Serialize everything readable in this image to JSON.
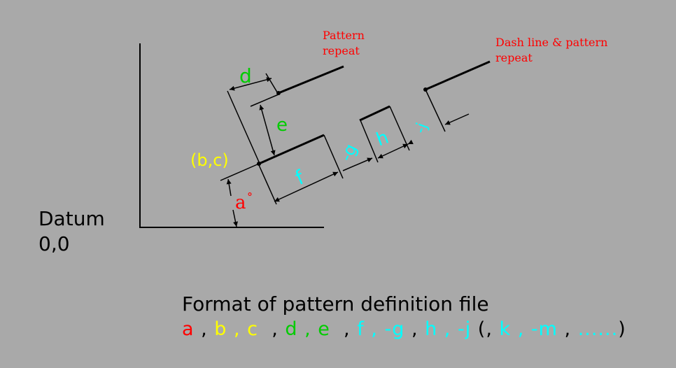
{
  "colors": {
    "background": "#a9a9a9",
    "red": "#ff0000",
    "yellow": "#ffff00",
    "green": "#00cc00",
    "cyan": "#00ffff",
    "black": "#000000"
  },
  "labels": {
    "pattern_repeat_line1": "Pattern",
    "pattern_repeat_line2": "repeat",
    "dash_repeat_line1": "Dash line & pattern",
    "dash_repeat_line2": "repeat",
    "d": "d",
    "e": "e",
    "bc": "(b,c)",
    "f": "f",
    "g": "-g",
    "h": "h",
    "j": "-j",
    "a": "a",
    "degree": "°",
    "datum": "Datum",
    "origin": "0,0"
  },
  "caption": {
    "title": "Format of pattern definition file",
    "format": [
      {
        "text": "a",
        "color": "red"
      },
      {
        "text": " , ",
        "color": "black"
      },
      {
        "text": "b , c",
        "color": "yellow"
      },
      {
        "text": "  , ",
        "color": "black"
      },
      {
        "text": "d , e",
        "color": "green"
      },
      {
        "text": "  , ",
        "color": "black"
      },
      {
        "text": "f , -g",
        "color": "cyan"
      },
      {
        "text": " , ",
        "color": "black"
      },
      {
        "text": "h , -j",
        "color": "cyan"
      },
      {
        "text": " (, ",
        "color": "black"
      },
      {
        "text": "k , -m",
        "color": "cyan"
      },
      {
        "text": " , ",
        "color": "black"
      },
      {
        "text": "......",
        "color": "cyan"
      },
      {
        "text": ")",
        "color": "black"
      }
    ]
  }
}
